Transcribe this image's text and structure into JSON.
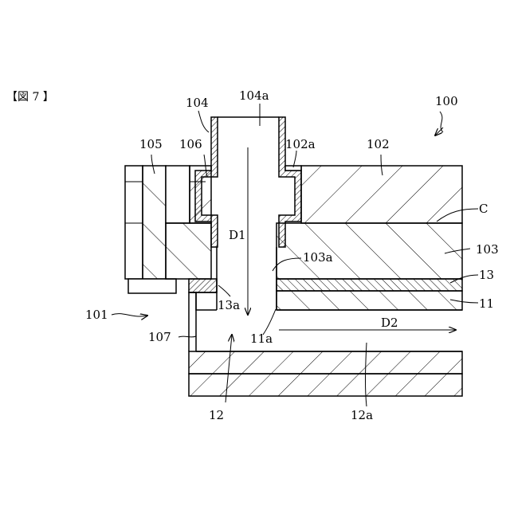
{
  "figure": {
    "caption": "【図  7  】"
  },
  "labels": {
    "l100": "100",
    "l101": "101",
    "l102": "102",
    "l102a": "102a",
    "l103": "103",
    "l103a": "103a",
    "l104": "104",
    "l104a": "104a",
    "l105": "105",
    "l106": "106",
    "l107": "107",
    "l11": "11",
    "l11a": "11a",
    "l12": "12",
    "l12a": "12a",
    "l13": "13",
    "l13a": "13a",
    "lC": "C",
    "lD1": "D1",
    "lD2": "D2"
  }
}
